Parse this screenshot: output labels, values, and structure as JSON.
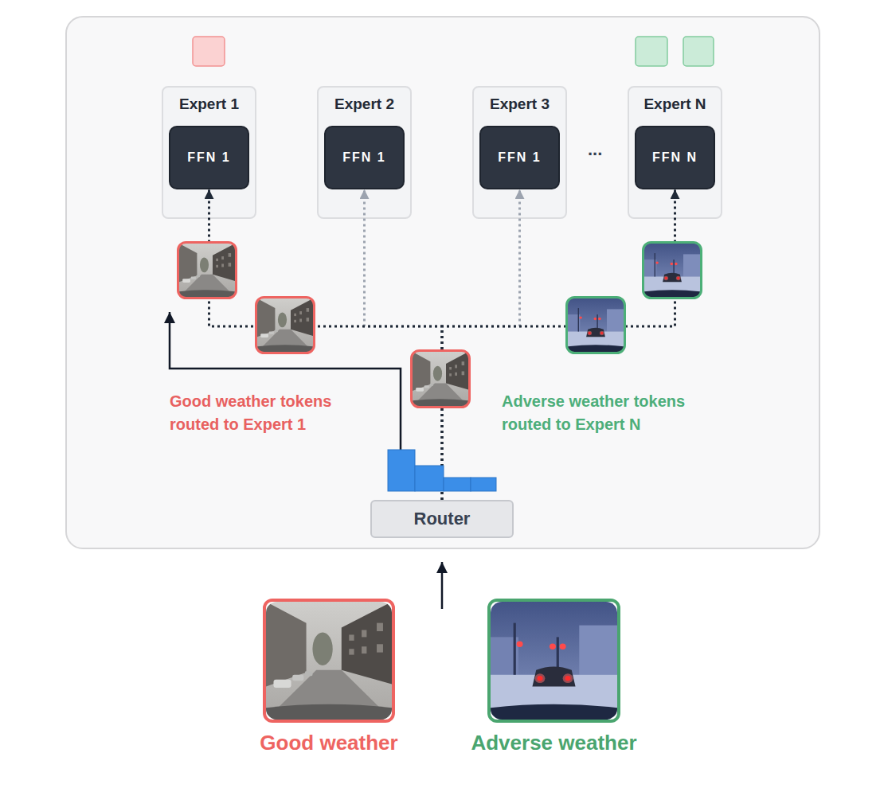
{
  "diagram": {
    "nodes": [
      {
        "text": [
          "Expert 1"
        ]
      },
      {
        "text": [
          "FFN 1"
        ],
        "in": 0
      },
      {
        "text": [
          "Expert 2"
        ]
      },
      {
        "text": [
          "FFN 1"
        ],
        "in": 2
      },
      {
        "text": [
          "Expert 3"
        ]
      },
      {
        "text": [
          "FFN 1"
        ],
        "in": 4
      },
      {
        "text": [
          "Expert N"
        ]
      },
      {
        "text": [
          "FFN N"
        ],
        "in": 6
      },
      {
        "text": [
          "Router"
        ]
      },
      {
        "text": [
          "Good weather"
        ]
      },
      {
        "text": [
          "Adverse weather"
        ]
      }
    ],
    "edges": [
      {
        "from": 8,
        "to": 1,
        "arrow": "to"
      },
      {
        "from": 8,
        "to": 3,
        "arrow": "to"
      },
      {
        "from": 8,
        "to": 5,
        "arrow": "to"
      },
      {
        "from": 8,
        "to": 7,
        "arrow": "to"
      }
    ],
    "labels": [
      "...",
      "Good weather tokens routed to Expert 1",
      "Adverse weather tokens routed to Expert N"
    ]
  }
}
